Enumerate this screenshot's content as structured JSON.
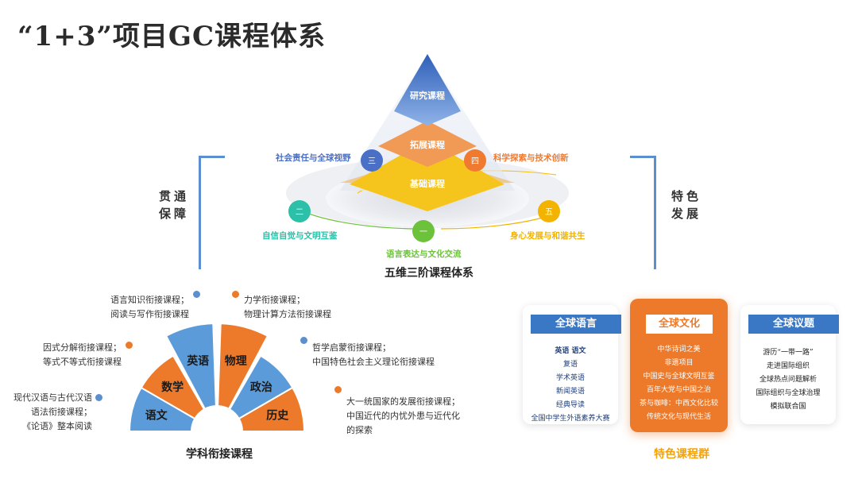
{
  "title": "“1+3”项目GC课程体系",
  "pyramid": {
    "levels": [
      "研究课程",
      "拓展课程",
      "基础课程"
    ],
    "caption": "五维三阶课程体系",
    "dimensions": [
      {
        "num": "一",
        "label": "语言表达与文化交流",
        "color": "#6cc23a"
      },
      {
        "num": "二",
        "label": "自信自觉与文明互鉴",
        "color": "#2cc0a8"
      },
      {
        "num": "三",
        "label": "社会责任与全球视野",
        "color": "#4a6fc6"
      },
      {
        "num": "四",
        "label": "科学探索与技术创新",
        "color": "#ef7a30"
      },
      {
        "num": "五",
        "label": "身心发展与和谐共生",
        "color": "#f2b400"
      }
    ]
  },
  "side": {
    "left": [
      "贯通",
      "保障"
    ],
    "right": [
      "特色",
      "发展"
    ]
  },
  "fan": {
    "caption": "学科衔接课程",
    "subjects": [
      "语文",
      "数学",
      "英语",
      "物理",
      "政治",
      "历史"
    ],
    "notes": [
      {
        "lines": [
          "现代汉语与古代汉语",
          "语法衔接课程；",
          "《论语》整本阅读"
        ]
      },
      {
        "lines": [
          "因式分解衔接课程；",
          "等式不等式衔接课程"
        ]
      },
      {
        "lines": [
          "语言知识衔接课程；",
          "阅读与写作衔接课程"
        ]
      },
      {
        "lines": [
          "力学衔接课程；",
          "物理计算方法衔接课程"
        ]
      },
      {
        "lines": [
          "哲学启蒙衔接课程；",
          "中国特色社会主义理论衔接课程"
        ]
      },
      {
        "lines": [
          "大一统国家的发展衔接课程；",
          "中国近代的内忧外患与近代化",
          "的探索"
        ]
      }
    ]
  },
  "special": {
    "caption": "特色课程群",
    "cards": [
      {
        "head": "全球语言",
        "items": [
          "英语 语文",
          "复语",
          "学术英语",
          "新闻英语",
          "经典导读",
          "全国中学生外语素养大赛"
        ]
      },
      {
        "head": "全球文化",
        "items": [
          "中华诗词之美",
          "非遗项目",
          "中国史与全球文明互鉴",
          "百年大党与中国之治",
          "茶与咖啡：中西文化比较",
          "传统文化与现代生活"
        ]
      },
      {
        "head": "全球议题",
        "items": [
          "游历“一带一路”",
          "走进国际组织",
          "全球热点问题解析",
          "国际组织与全球治理",
          "模拟联合国"
        ]
      }
    ]
  },
  "colors": {
    "blue": "#3a78c6",
    "orange": "#ec7a2a",
    "yellow": "#f6c51d",
    "bracket": "#5b8fd0"
  }
}
